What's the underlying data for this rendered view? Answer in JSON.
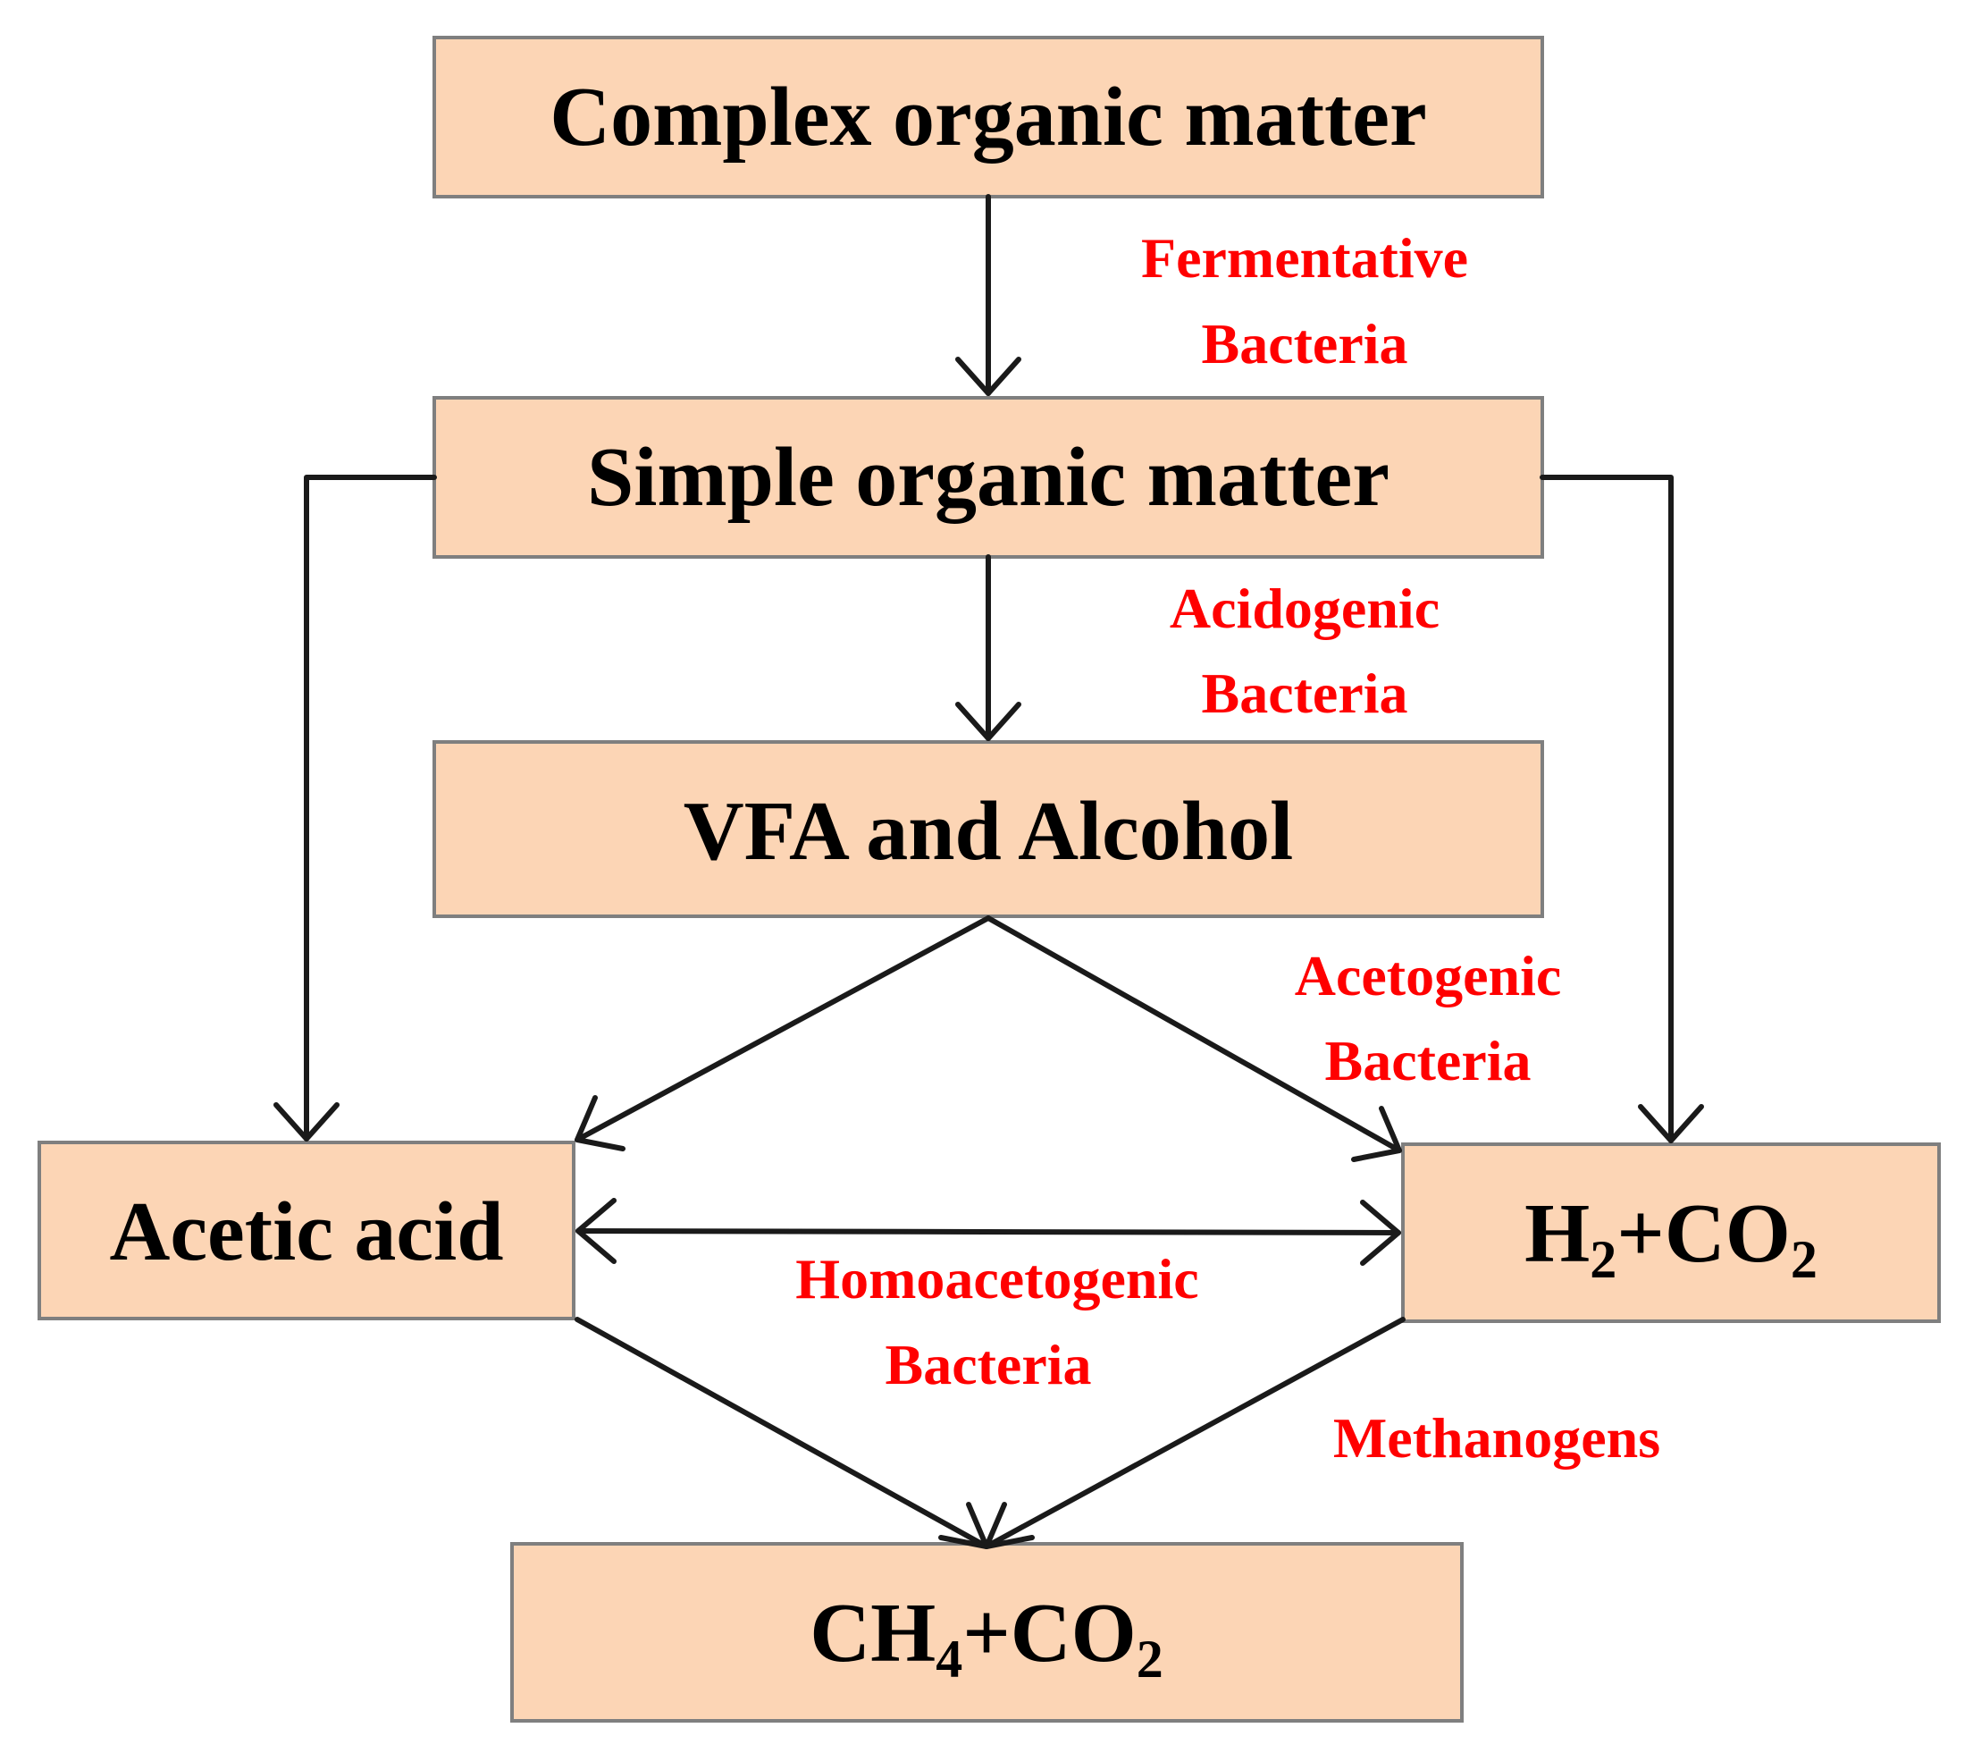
{
  "nodes": {
    "complex": {
      "label": "Complex organic matter"
    },
    "simple": {
      "label": "Simple organic matter"
    },
    "vfa": {
      "label": "VFA and Alcohol"
    },
    "acetic": {
      "label": "Acetic acid"
    },
    "h2co2": {
      "parts": [
        "H",
        "2",
        "+CO",
        "2"
      ]
    },
    "ch4co2": {
      "parts": [
        "CH",
        "4",
        "+CO",
        "2"
      ]
    }
  },
  "labels": {
    "fermentative": [
      "Fermentative",
      "Bacteria"
    ],
    "acidogenic": [
      "Acidogenic",
      "Bacteria"
    ],
    "acetogenic": [
      "Acetogenic",
      "Bacteria"
    ],
    "homoacetogenic": [
      "Homoacetogenic",
      "Bacteria"
    ],
    "methanogens": [
      "Methanogens"
    ]
  },
  "colors": {
    "box_fill": "#fcd5b5",
    "box_border": "#7f7f7f",
    "enzyme_text": "#ff0000",
    "arrow": "#1a1a1a"
  }
}
